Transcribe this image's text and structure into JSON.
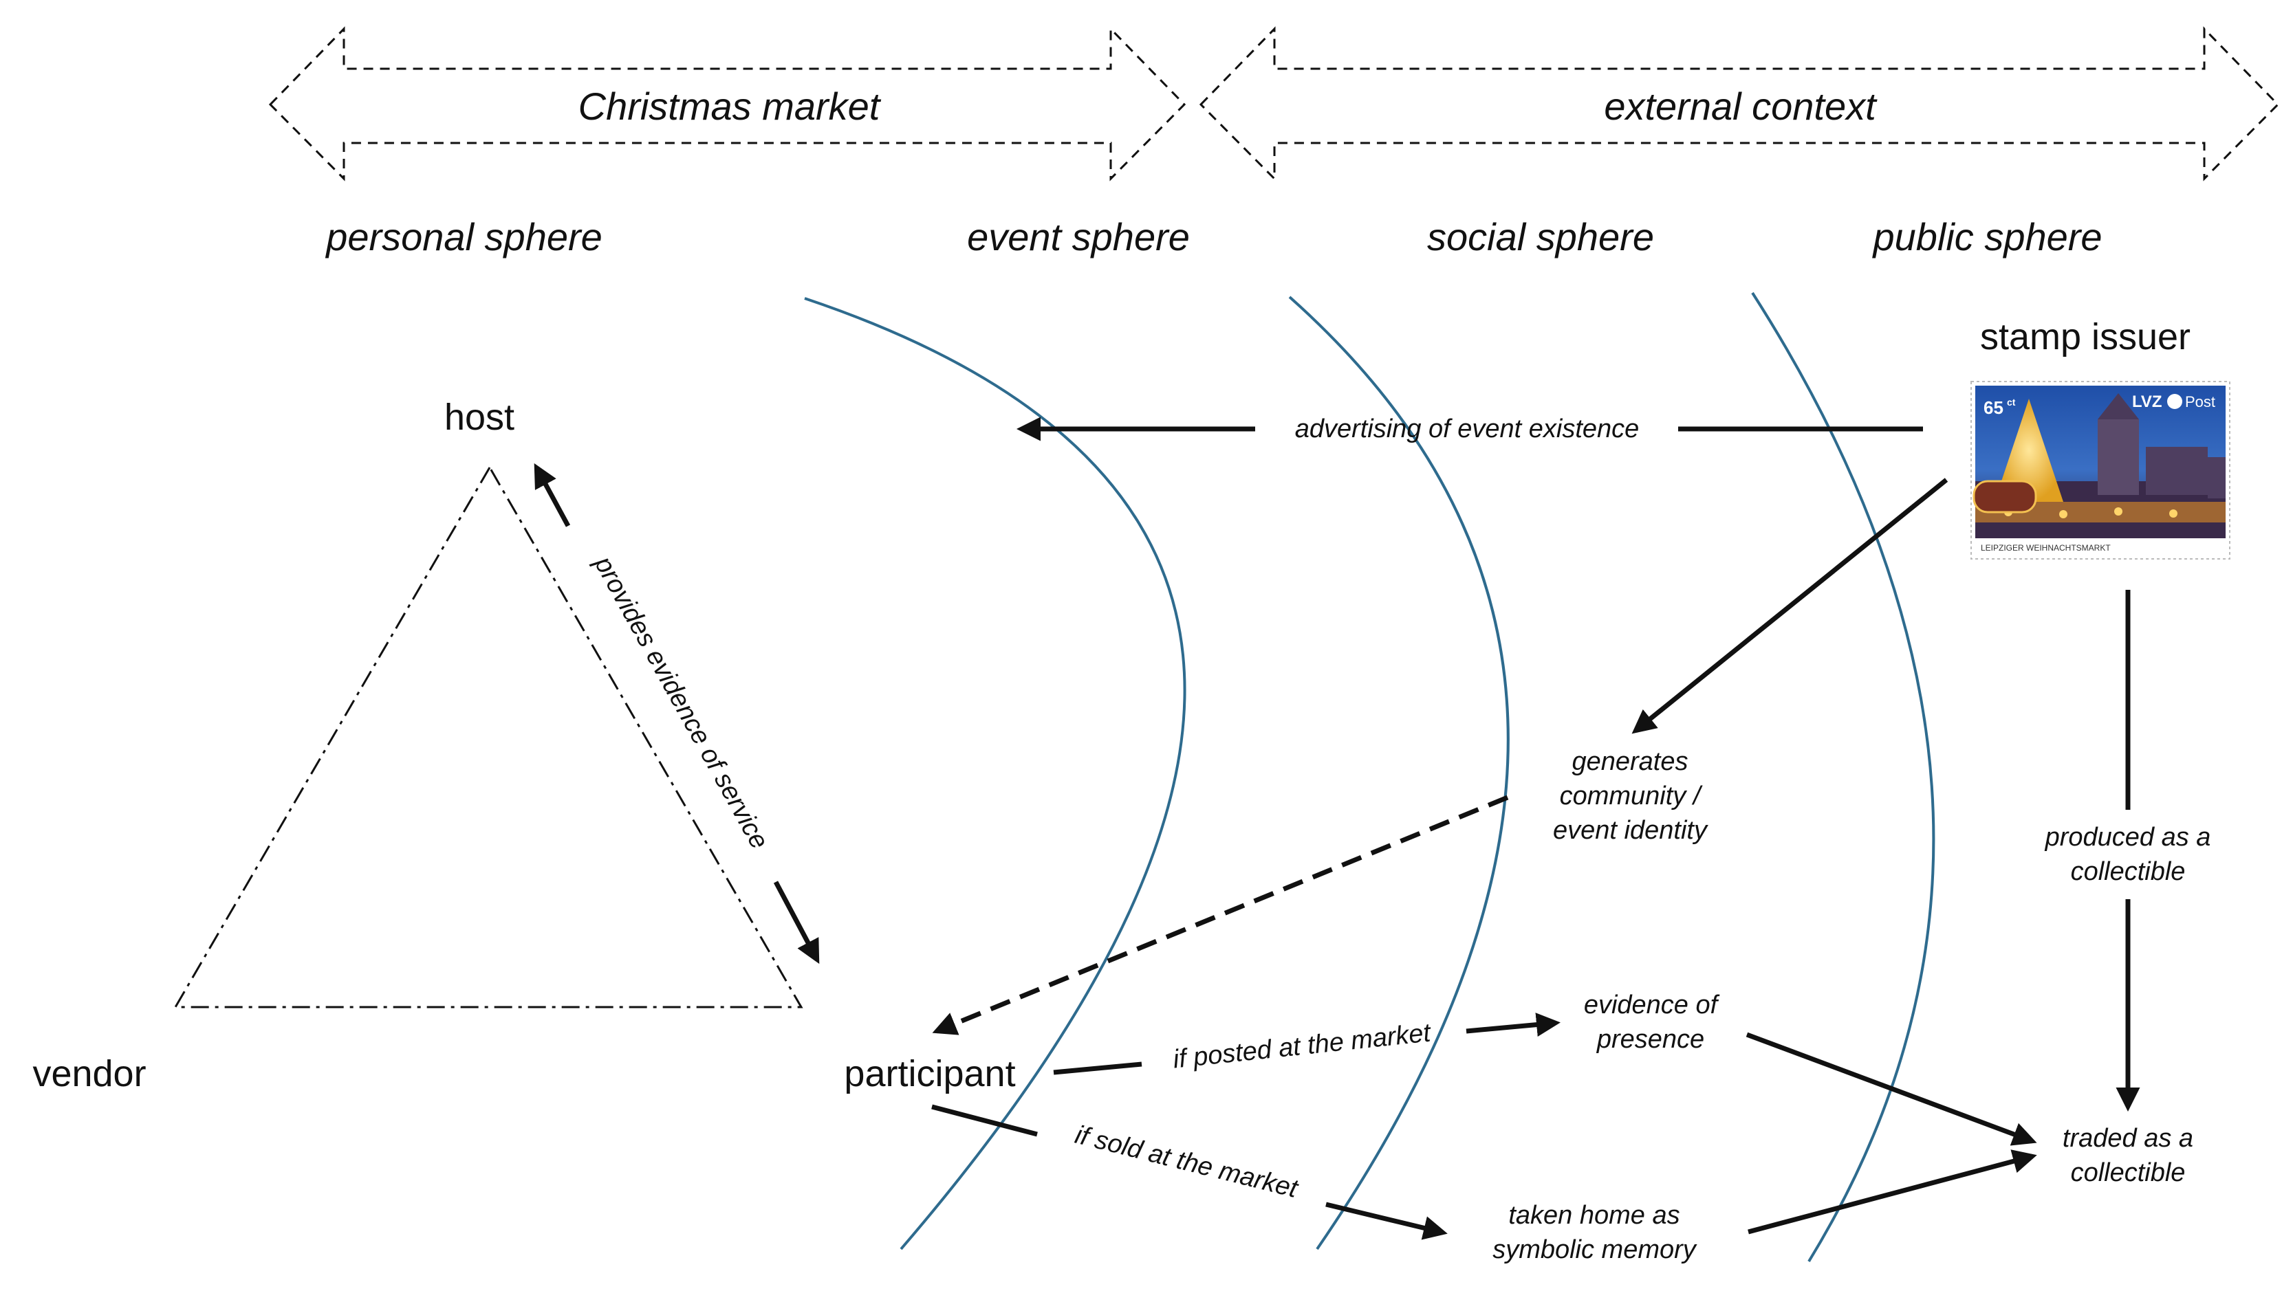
{
  "banners": {
    "left": "Christmas market",
    "right": "external context"
  },
  "spheres": {
    "personal": "personal sphere",
    "event": "event sphere",
    "social": "social sphere",
    "public": "public sphere"
  },
  "nodes": {
    "host": "host",
    "vendor": "vendor",
    "participant": "participant",
    "stamp_issuer": "stamp issuer"
  },
  "stamp": {
    "value": "65",
    "value_unit": "ct",
    "brand": "LVZ",
    "brand_suffix": "Post",
    "caption": "LEIPZIGER WEIHNACHTSMARKT"
  },
  "edge_labels": {
    "provides_evidence": "provides evidence of service",
    "advertising": "advertising of event existence",
    "generates_1": "generates",
    "generates_2": "community /",
    "generates_3": "event identity",
    "produced_1": "produced as a",
    "produced_2": "collectible",
    "posted": "if posted at the market",
    "sold": "if sold at the market",
    "presence_1": "evidence of",
    "presence_2": "presence",
    "memory_1": "taken home as",
    "memory_2": "symbolic memory",
    "traded_1": "traded as a",
    "traded_2": "collectible"
  },
  "colors": {
    "arc": "#2e6b8e",
    "line": "#111111"
  }
}
